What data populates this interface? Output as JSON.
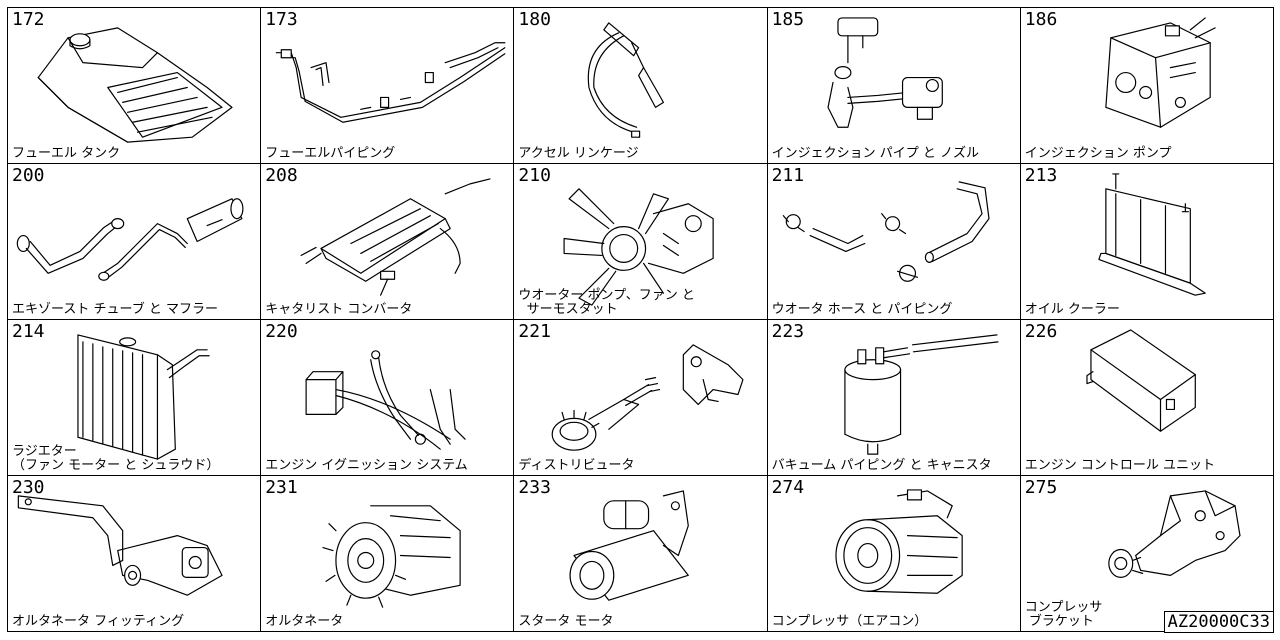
{
  "catalog": {
    "figure_code": "AZ20000C33",
    "cells": [
      {
        "num": "172",
        "label": "フューエル タンク",
        "icon": "fuel-tank-icon"
      },
      {
        "num": "173",
        "label": "フューエルパイピング",
        "icon": "fuel-piping-icon"
      },
      {
        "num": "180",
        "label": "アクセル リンケージ",
        "icon": "accelerator-linkage-icon"
      },
      {
        "num": "185",
        "label": "インジェクション パイプ と ノズル",
        "icon": "injection-pipe-nozzle-icon"
      },
      {
        "num": "186",
        "label": "インジェクション ポンプ",
        "icon": "injection-pump-icon"
      },
      {
        "num": "200",
        "label": "エキゾースト チューブ と マフラー",
        "icon": "exhaust-muffler-icon"
      },
      {
        "num": "208",
        "label": "キャタリスト コンバータ",
        "icon": "catalyst-converter-icon"
      },
      {
        "num": "210",
        "label": "ウオーター ポンプ、ファン と\n  サーモスタット",
        "icon": "water-pump-fan-icon"
      },
      {
        "num": "211",
        "label": "ウオータ ホース と パイピング",
        "icon": "water-hose-icon"
      },
      {
        "num": "213",
        "label": "オイル クーラー",
        "icon": "oil-cooler-icon"
      },
      {
        "num": "214",
        "label": "ラジエター\n（ファン モーター と シュラウド）",
        "icon": "radiator-icon"
      },
      {
        "num": "220",
        "label": "エンジン イグニッション システム",
        "icon": "ignition-system-icon"
      },
      {
        "num": "221",
        "label": "ディストリビュータ",
        "icon": "distributor-icon"
      },
      {
        "num": "223",
        "label": "バキューム パイピング と キャニスタ",
        "icon": "vacuum-canister-icon"
      },
      {
        "num": "226",
        "label": "エンジン コントロール ユニット",
        "icon": "engine-control-unit-icon"
      },
      {
        "num": "230",
        "label": "オルタネータ フィッティング",
        "icon": "alternator-bracket-icon"
      },
      {
        "num": "231",
        "label": "オルタネータ",
        "icon": "alternator-icon"
      },
      {
        "num": "233",
        "label": "スタータ モータ",
        "icon": "starter-motor-icon"
      },
      {
        "num": "274",
        "label": "コンプレッサ（エアコン）",
        "icon": "ac-compressor-icon"
      },
      {
        "num": "275",
        "label": "コンプレッサ\n ブラケット",
        "icon": "compressor-bracket-icon"
      }
    ]
  }
}
